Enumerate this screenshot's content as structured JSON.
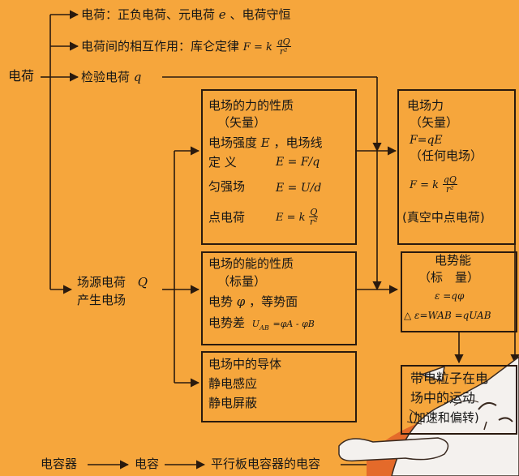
{
  "root": "电荷",
  "top_items": [
    {
      "text": "电荷：正负电荷、元电荷",
      "sym": "e",
      "after": "、电荷守恒"
    },
    {
      "text": "电荷间的相互作用：库仑定律",
      "formula": "F = k",
      "frac_num": "qQ",
      "frac_den": "r²"
    },
    {
      "text": "检验电荷",
      "sym": "q"
    }
  ],
  "field_source": {
    "line1": "场源电荷",
    "sym": "Q",
    "line2": "产生电场"
  },
  "force_box": {
    "title": "电场的力的性质",
    "sub": "（矢量）",
    "intensity_line": "电场强度",
    "intensity_sym": "E",
    "intensity_after": "，电场线",
    "def_label": "定 义",
    "def_formula": "E = F/q",
    "uniform_label": "匀强场",
    "uniform_formula": "E = U/d",
    "point_label": "点电荷",
    "point_formula": "E = k",
    "point_num": "Q",
    "point_den": "r²"
  },
  "electric_force_box": {
    "title": "电场力",
    "sub": "（矢量）",
    "f1": "F=qE",
    "note1": "（任何电场）",
    "f2": "F = k",
    "f2_num": "qQ",
    "f2_den": "r²",
    "note2": "(真空中点电荷)"
  },
  "energy_box": {
    "title": "电场的能的性质",
    "sub": "（标量）",
    "potential": "电势",
    "potential_sym": "φ",
    "potential_after": "，等势面",
    "diff_label": "电势差",
    "diff_formula": "U",
    "diff_sub": "AB",
    "diff_rest": "=φA - φB"
  },
  "pe_box": {
    "title": "电势能",
    "sub": "（标　量）",
    "f1": "ε =qφ",
    "f2": "△ ε=WAB =qUAB"
  },
  "conductor_box": {
    "title": "电场中的导体",
    "line1": "静电感应",
    "line2": "静电屏蔽"
  },
  "particle_box": {
    "line1": "带电粒子在电",
    "line2": "场中的运动",
    "line3": "(加速和偏转)"
  },
  "capacitor_row": {
    "item1": "电容器",
    "item2": "电容",
    "item3": "平行板电容器的电容"
  },
  "colors": {
    "background": "#f6a63c",
    "stroke": "#2a1a0e",
    "cat": "#f4f1ee",
    "stripe": "#e46a2a"
  }
}
